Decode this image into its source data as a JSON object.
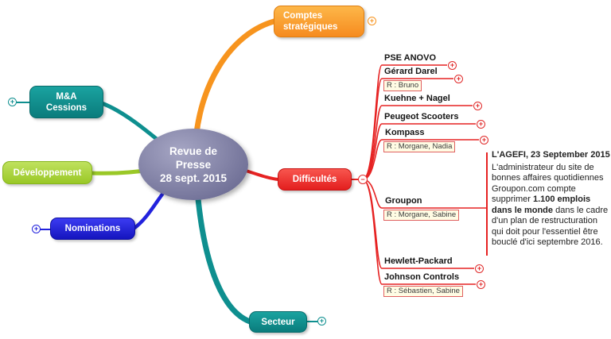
{
  "central": {
    "label": "Revue de\nPresse\n28 sept. 2015"
  },
  "branches": {
    "comptes_strategiques": {
      "label": "Comptes\nstratégiques",
      "color": "#F7941E"
    },
    "ma_cessions": {
      "label": "M&A\nCessions",
      "color": "#0E8F8F"
    },
    "developpement": {
      "label": "Développement",
      "color": "#9AC827"
    },
    "nominations": {
      "label": "Nominations",
      "color": "#2222DD"
    },
    "difficultes": {
      "label": "Difficultés",
      "color": "#E62222"
    },
    "secteur": {
      "label": "Secteur",
      "color": "#0E8F8F"
    }
  },
  "difficultes_children": [
    {
      "label": "PSE ANOVO"
    },
    {
      "label": "Gérard Darel",
      "tag": "R : Bruno"
    },
    {
      "label": "Kuehne + Nagel"
    },
    {
      "label": "Peugeot Scooters"
    },
    {
      "label": "Kompass",
      "tag": "R : Morgane, Nadia"
    },
    {
      "label": "Groupon",
      "tag": "R : Morgane, Sabine"
    },
    {
      "label": "Hewlett-Packard"
    },
    {
      "label": "Johnson Controls",
      "tag": "R : Sébastien, Sabine"
    }
  ],
  "note": {
    "title": "L'AGEFI, 23 September 2015",
    "body_pre": "L'administrateur du site de bonnes affaires quotidiennes Groupon.com compte supprimer ",
    "body_bold": "1.100 emplois dans le monde",
    "body_post": " dans le cadre d'un plan de restructuration qui doit pour l'essentiel être bouclé d'ici septembre 2016."
  },
  "icons": {
    "plus": "+",
    "minus": "−"
  }
}
